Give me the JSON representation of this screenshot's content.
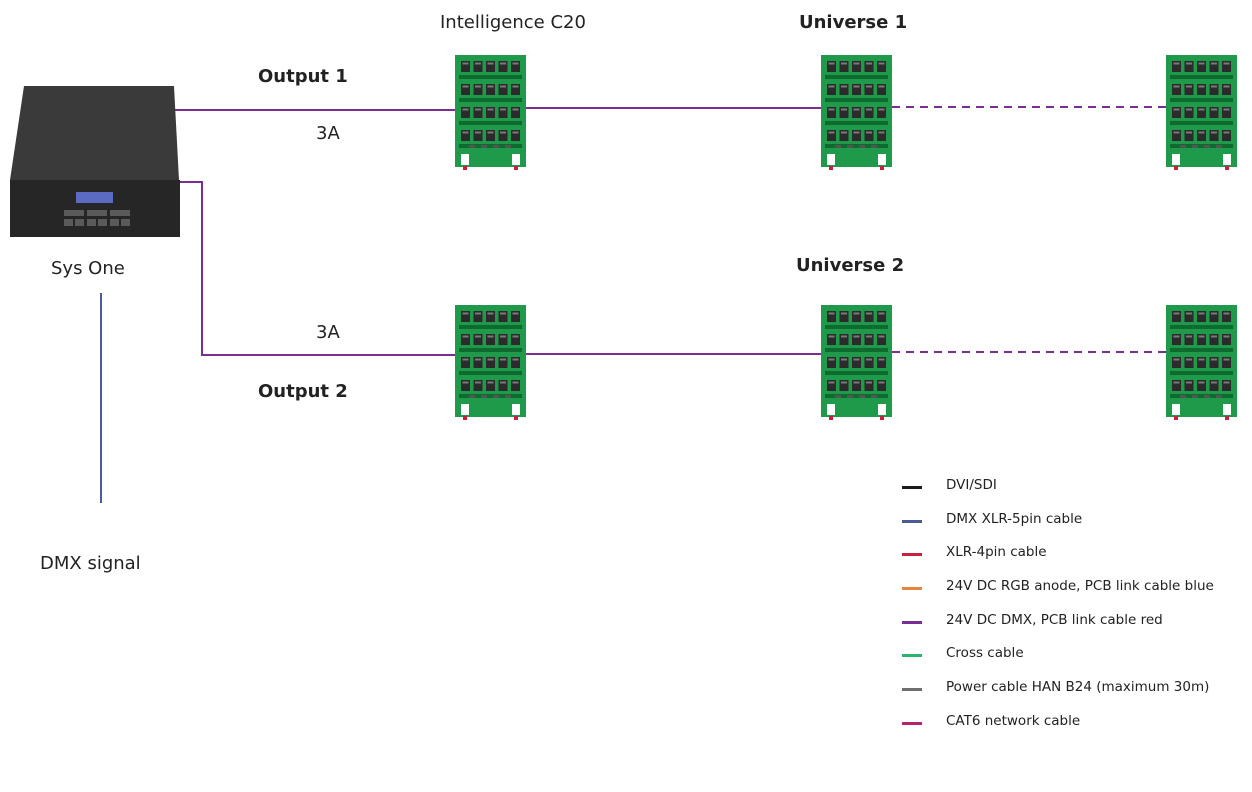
{
  "labels": {
    "device_title": "Intelligence C20",
    "universe_1": "Universe 1",
    "universe_2": "Universe 2",
    "output_1": "Output 1",
    "output_2": "Output 2",
    "current_1": "3A",
    "current_2": "3A",
    "controller": "Sys One",
    "dmx_signal": "DMX signal"
  },
  "colors": {
    "pcb_green": "#1f9a4a",
    "pcb_dark": "#0f6a30",
    "connector": "#2b2b2b",
    "cable_dmx_red": "#7b2d91",
    "cable_dmx_xlr": "#4b5a9b",
    "controller_body": "#2e2e2e",
    "controller_display": "#5b6bc4"
  },
  "legend": [
    {
      "label": "DVI/SDI",
      "color": "#1a1a1a"
    },
    {
      "label": "DMX XLR-5pin cable",
      "color": "#4b5a9b"
    },
    {
      "label": "XLR-4pin cable",
      "color": "#c8203e"
    },
    {
      "label": "24V DC RGB anode, PCB link cable blue",
      "color": "#e6863a"
    },
    {
      "label": "24V DC DMX, PCB link cable red",
      "color": "#7b2d91"
    },
    {
      "label": "Cross cable",
      "color": "#2ab56e"
    },
    {
      "label": "Power cable HAN B24 (maximum 30m)",
      "color": "#6e6e6e"
    },
    {
      "label": "CAT6 network cable",
      "color": "#b3246e"
    }
  ]
}
